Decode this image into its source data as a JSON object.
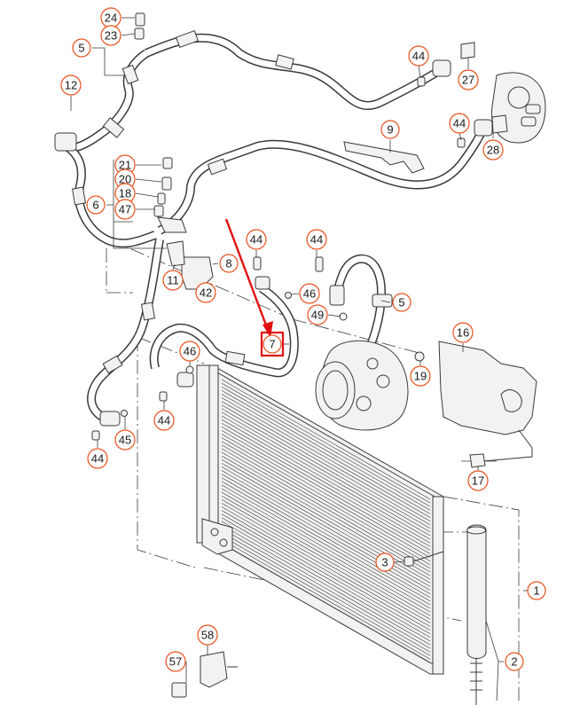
{
  "diagram": {
    "highlight_color": "#e01010",
    "callout_color": "#e8501c",
    "highlighted_part": "7",
    "callouts": [
      {
        "id": "c24",
        "label": "24"
      },
      {
        "id": "c23",
        "label": "23"
      },
      {
        "id": "c5a",
        "label": "5"
      },
      {
        "id": "c12",
        "label": "12"
      },
      {
        "id": "c44a",
        "label": "44"
      },
      {
        "id": "c27",
        "label": "27"
      },
      {
        "id": "c9",
        "label": "9"
      },
      {
        "id": "c44b",
        "label": "44"
      },
      {
        "id": "c28",
        "label": "28"
      },
      {
        "id": "c21",
        "label": "21"
      },
      {
        "id": "c20",
        "label": "20"
      },
      {
        "id": "c18",
        "label": "18"
      },
      {
        "id": "c47",
        "label": "47"
      },
      {
        "id": "c6",
        "label": "6"
      },
      {
        "id": "c44c",
        "label": "44"
      },
      {
        "id": "c44d",
        "label": "44"
      },
      {
        "id": "c8",
        "label": "8"
      },
      {
        "id": "c11",
        "label": "11"
      },
      {
        "id": "c42",
        "label": "42"
      },
      {
        "id": "c46a",
        "label": "46"
      },
      {
        "id": "c49",
        "label": "49"
      },
      {
        "id": "c5b",
        "label": "5"
      },
      {
        "id": "c7",
        "label": "7"
      },
      {
        "id": "c16",
        "label": "16"
      },
      {
        "id": "c19",
        "label": "19"
      },
      {
        "id": "c46b",
        "label": "46"
      },
      {
        "id": "c44e",
        "label": "44"
      },
      {
        "id": "c45",
        "label": "45"
      },
      {
        "id": "c44f",
        "label": "44"
      },
      {
        "id": "c17",
        "label": "17"
      },
      {
        "id": "c3",
        "label": "3"
      },
      {
        "id": "c1",
        "label": "1"
      },
      {
        "id": "c2",
        "label": "2"
      },
      {
        "id": "c58",
        "label": "58"
      },
      {
        "id": "c57",
        "label": "57"
      }
    ]
  }
}
